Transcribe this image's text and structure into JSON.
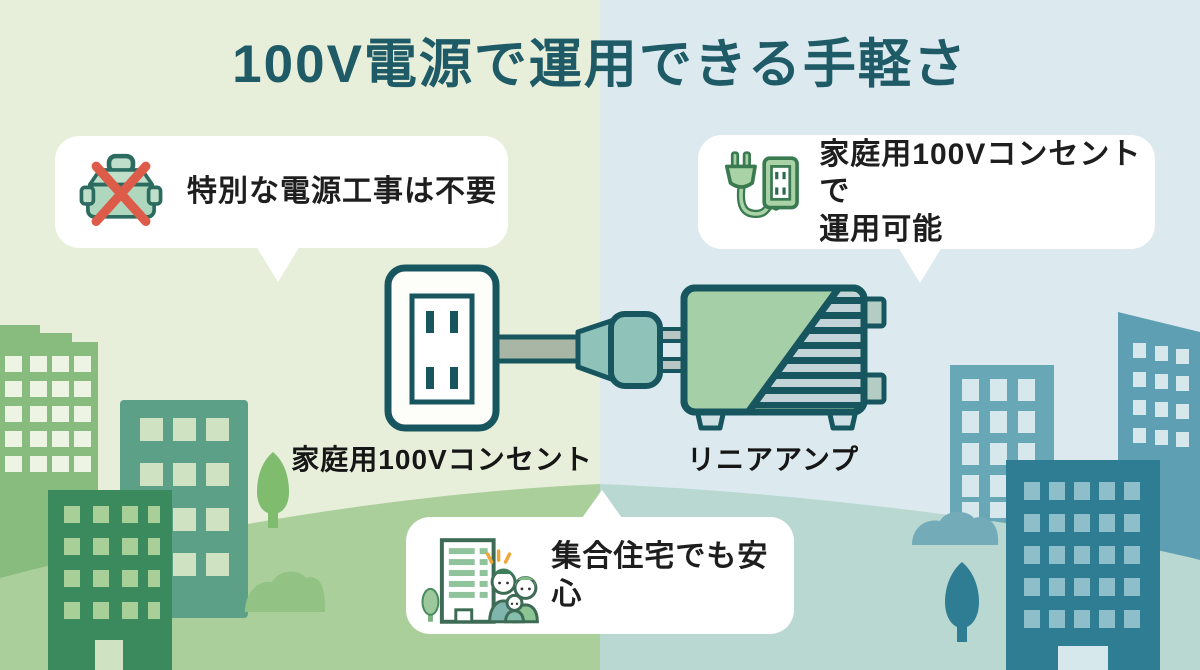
{
  "title": "100V電源で運用できる手軽さ",
  "callouts": {
    "left": {
      "label": "特別な電源工事は不要",
      "icon": "toolbox-crossed"
    },
    "right": {
      "line1": "家庭用100Vコンセントで",
      "line2": "運用可能",
      "icon": "plug-and-outlet"
    },
    "bottom": {
      "label": "集合住宅でも安心",
      "icon": "apartment-family"
    }
  },
  "diagram": {
    "outlet_label": "家庭用100Vコンセント",
    "amp_label": "リニアアンプ"
  },
  "colors": {
    "background_left": "#e7eeda",
    "background_right": "#dceaf0",
    "ground_left": "#aacf9a",
    "ground_right": "#b9d8d2",
    "title_text": "#1f5b66",
    "callout_text": "#1e1e1e",
    "outline_teal": "#17565f",
    "cross_red": "#dd5b49",
    "amp_green": "#a5d0a7",
    "plug_teal": "#8fc2b8",
    "bubble": "#ffffff"
  }
}
